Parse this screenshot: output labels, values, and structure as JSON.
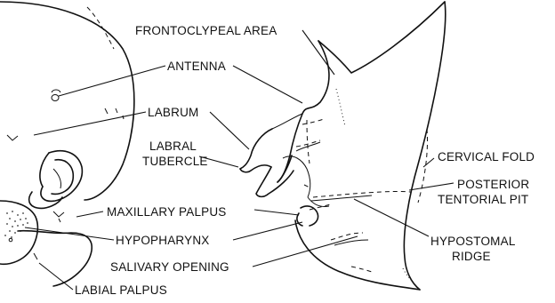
{
  "labels": {
    "frontoclypeal_area": "FRONTOCLYPEAL AREA",
    "antenna": "ANTENNA",
    "labrum": "LABRUM",
    "labral_tubercle_line1": "LABRAL",
    "labral_tubercle_line2": "TUBERCLE",
    "cervical_fold": "CERVICAL FOLD",
    "posterior_tentorial_pit_line1": "POSTERIOR",
    "posterior_tentorial_pit_line2": "TENTORIAL PIT",
    "maxillary_palpus": "MAXILLARY PALPUS",
    "hypopharynx": "HYPOPHARYNX",
    "hypostomal_ridge_line1": "HYPOSTOMAL",
    "hypostomal_ridge_line2": "RIDGE",
    "salivary_opening": "SALIVARY OPENING",
    "labial_palpus": "LABIAL PALPUS"
  }
}
